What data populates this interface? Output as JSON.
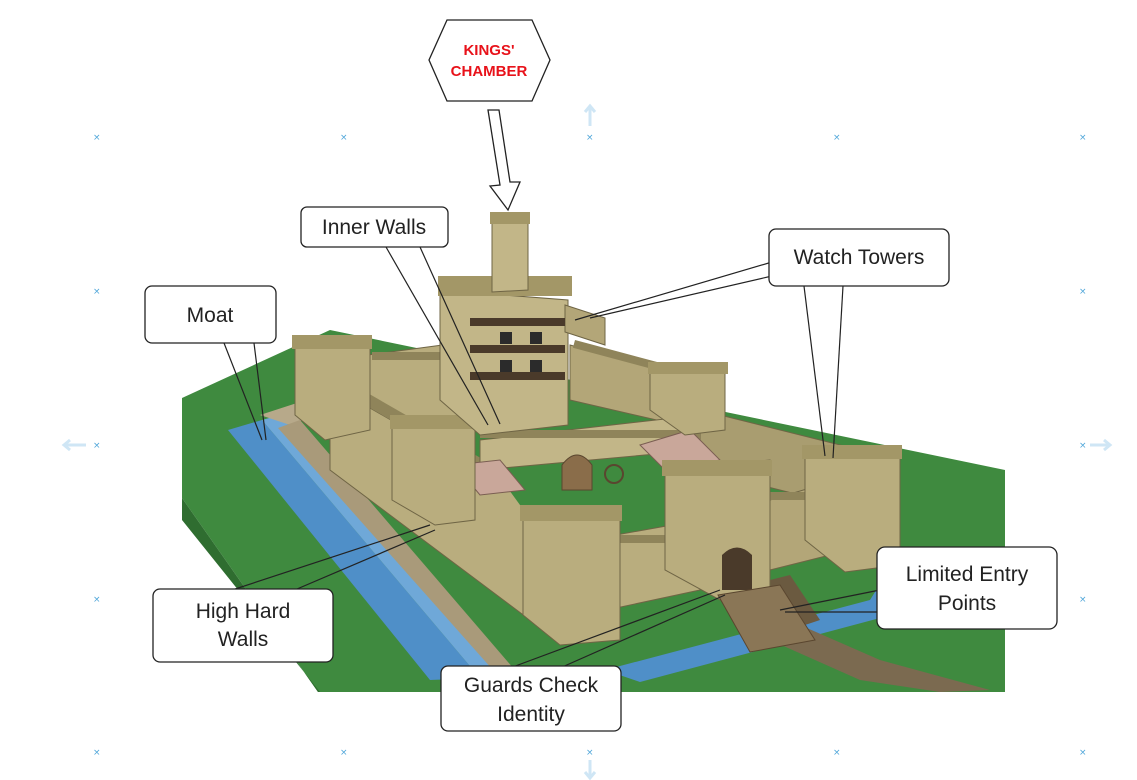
{
  "hex_label": {
    "line1": "KINGS'",
    "line2": "CHAMBER",
    "color": "#e8121a"
  },
  "callouts": {
    "inner_walls": {
      "line1": "Inner Walls"
    },
    "watch_towers": {
      "line1": "Watch Towers"
    },
    "moat": {
      "line1": "Moat"
    },
    "high_hard_walls": {
      "line1": "High Hard",
      "line2": "Walls"
    },
    "limited_entry": {
      "line1": "Limited Entry",
      "line2": "Points"
    },
    "guards_check": {
      "line1": "Guards Check",
      "line2": "Identity"
    }
  },
  "colors": {
    "grass": "#3f8a3f",
    "grass_dark": "#2f6d30",
    "water": "#4f8fc8",
    "stone": "#b9ad7e",
    "stone_dark": "#8f845a",
    "roof": "#c9a79a",
    "path": "#7b6a50"
  }
}
